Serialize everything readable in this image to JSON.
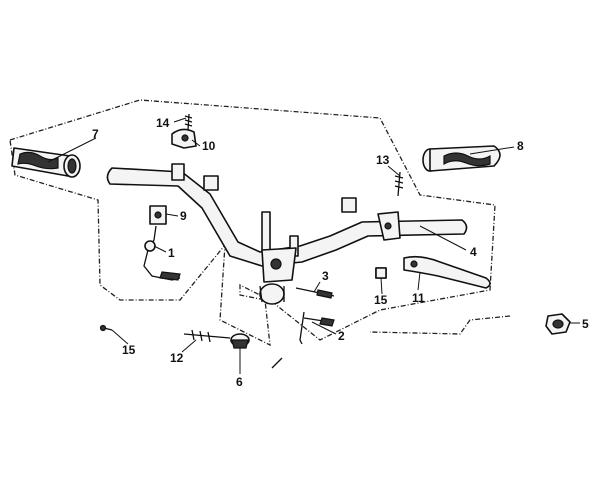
{
  "callouts": [
    {
      "id": "c1",
      "label": "1"
    },
    {
      "id": "c2",
      "label": "2"
    },
    {
      "id": "c3",
      "label": "3"
    },
    {
      "id": "c4",
      "label": "4"
    },
    {
      "id": "c5",
      "label": "5"
    },
    {
      "id": "c6",
      "label": "6"
    },
    {
      "id": "c7",
      "label": "7"
    },
    {
      "id": "c8",
      "label": "8"
    },
    {
      "id": "c9",
      "label": "9"
    },
    {
      "id": "c10",
      "label": "10"
    },
    {
      "id": "c11",
      "label": "11"
    },
    {
      "id": "c12",
      "label": "12"
    },
    {
      "id": "c13",
      "label": "13"
    },
    {
      "id": "c14",
      "label": "14"
    },
    {
      "id": "c15a",
      "label": "15"
    },
    {
      "id": "c15b",
      "label": "15"
    }
  ]
}
